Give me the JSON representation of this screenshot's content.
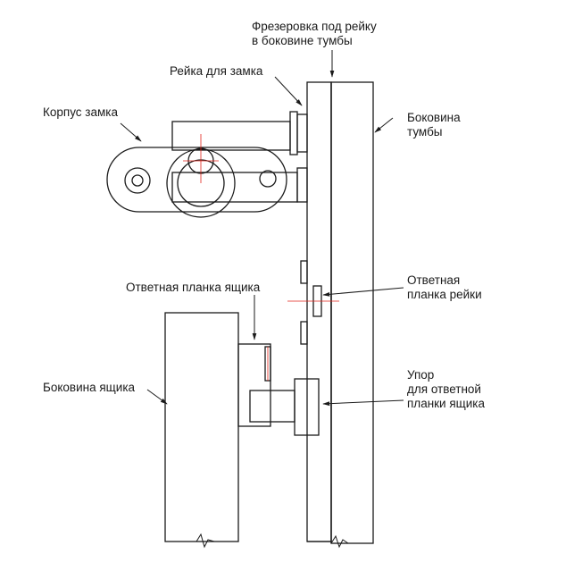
{
  "labels": {
    "milling_line1": "Фрезеровка под рейку",
    "milling_line2": "в боковине тумбы",
    "lock_rail": "Рейка для замка",
    "lock_body": "Корпус замка",
    "cabinet_side_line1": "Боковина",
    "cabinet_side_line2": "тумбы",
    "strike_plate_drawer": "Ответная планка ящика",
    "strike_plate_rail_line1": "Ответная",
    "strike_plate_rail_line2": "планка рейки",
    "drawer_side": "Боковина ящика",
    "stop_line1": "Упор",
    "stop_line2": "для ответной",
    "stop_line3": "планки ящика"
  },
  "colors": {
    "outline": "#1a1a1a",
    "hatch": "#e2231a",
    "roller": "#f4c9a8"
  }
}
